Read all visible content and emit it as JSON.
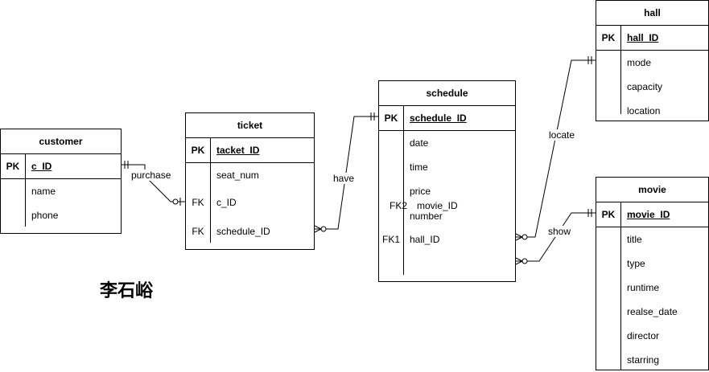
{
  "entities": {
    "customer": {
      "title": "customer",
      "pk_key": "PK",
      "pk_field": "c_ID",
      "rows": [
        {
          "key": "",
          "field": "name"
        },
        {
          "key": "",
          "field": "phone"
        }
      ]
    },
    "ticket": {
      "title": "ticket",
      "pk_key": "PK",
      "pk_field": "tacket_ID",
      "rows": [
        {
          "key": "",
          "field": "seat_num"
        },
        {
          "key": "FK",
          "field": "c_ID"
        },
        {
          "key": "FK",
          "field": "schedule_ID"
        }
      ]
    },
    "schedule": {
      "title": "schedule",
      "pk_key": "PK",
      "pk_field": "schedule_ID",
      "rows": [
        {
          "key": "",
          "field": "date"
        },
        {
          "key": "",
          "field": "time"
        },
        {
          "key": "",
          "field": "price"
        },
        {
          "key": "",
          "field": "number"
        },
        {
          "key": "FK1",
          "field": "hall_ID"
        }
      ],
      "overlap_key": "FK2",
      "overlap_field": "movie_ID"
    },
    "hall": {
      "title": "hall",
      "pk_key": "PK",
      "pk_field": "hall_ID",
      "rows": [
        {
          "key": "",
          "field": "mode"
        },
        {
          "key": "",
          "field": "capacity"
        },
        {
          "key": "",
          "field": "location"
        }
      ]
    },
    "movie": {
      "title": "movie",
      "pk_key": "PK",
      "pk_field": "movie_ID",
      "rows": [
        {
          "key": "",
          "field": "title"
        },
        {
          "key": "",
          "field": "type"
        },
        {
          "key": "",
          "field": "runtime"
        },
        {
          "key": "",
          "field": "realse_date"
        },
        {
          "key": "",
          "field": "director"
        },
        {
          "key": "",
          "field": "starring"
        }
      ]
    }
  },
  "relationships": {
    "purchase": "purchase",
    "have": "have",
    "locate": "locate",
    "show": "show"
  },
  "author": "李石峪"
}
